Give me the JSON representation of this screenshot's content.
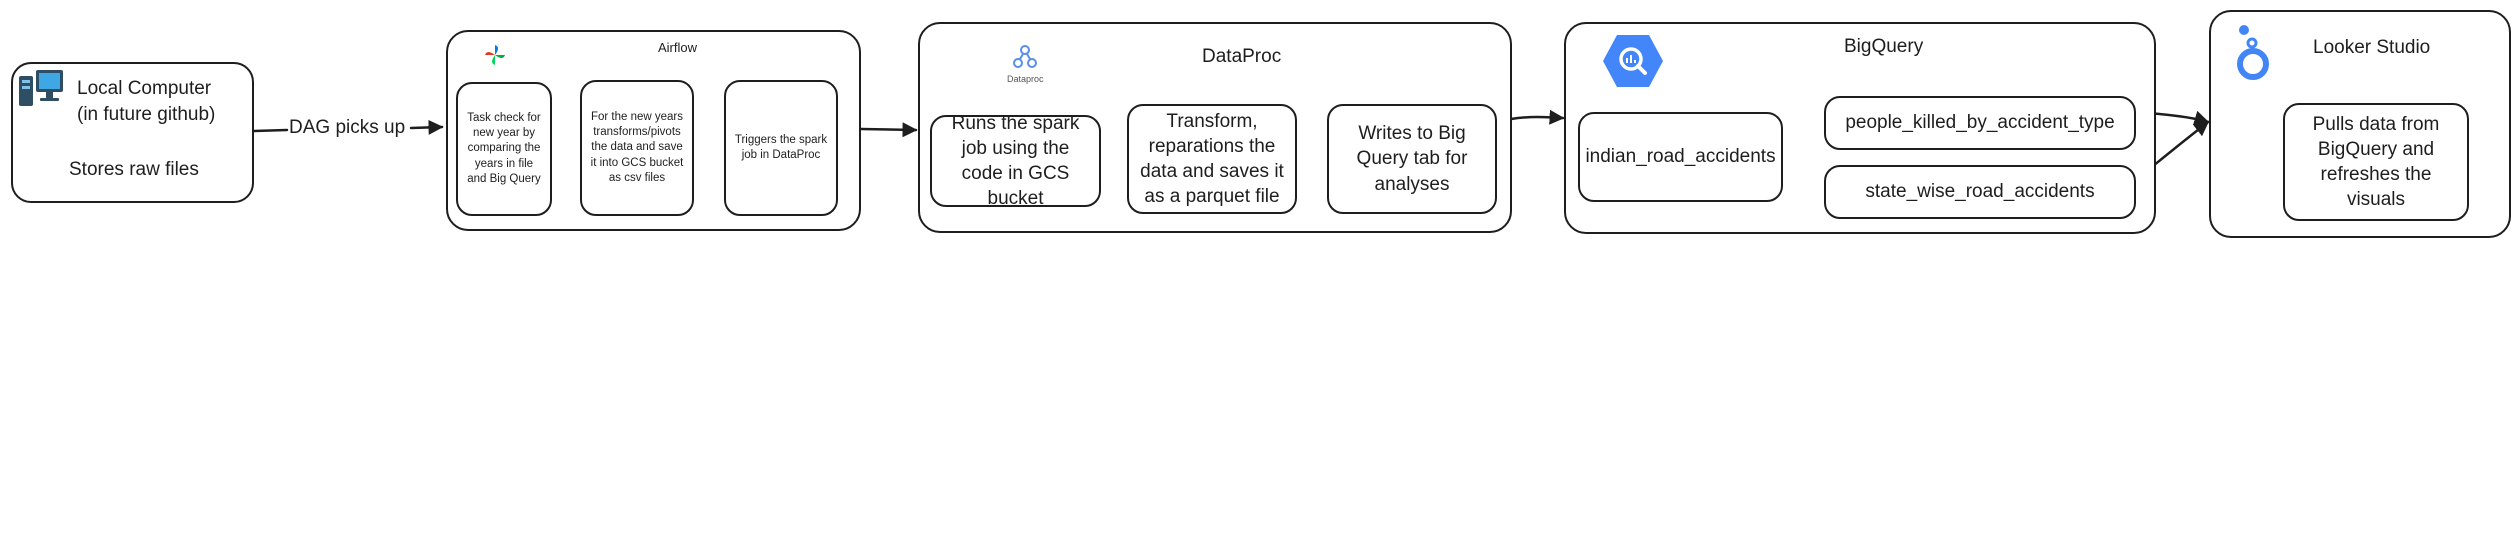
{
  "local": {
    "title": "Local Computer",
    "subtitle": "(in future github)",
    "desc": "Stores raw files",
    "icon": "computer-icon"
  },
  "edge_label": "DAG picks up",
  "airflow": {
    "title": "Airflow",
    "icon": "airflow-pinwheel-icon",
    "steps": [
      "Task check for new year by comparing the years in file and Big Query",
      "For the new years transforms/pivots the data and save it into GCS bucket as csv files",
      "Triggers the spark job in DataProc"
    ]
  },
  "dataproc": {
    "title": "DataProc",
    "icon_caption": "Dataproc",
    "icon": "dataproc-icon",
    "steps": [
      "Runs the spark job using the code in GCS bucket",
      "Transform, reparations the data and saves it as a parquet file",
      "Writes to Big Query tab for analyses"
    ]
  },
  "bigquery": {
    "title": "BigQuery",
    "icon": "bigquery-icon",
    "source_table": "indian_road_accidents",
    "tables": [
      "people_killed_by_accident_type",
      "state_wise_road_accidents"
    ]
  },
  "looker": {
    "title": "Looker Studio",
    "icon": "looker-studio-icon",
    "desc": "Pulls data from BigQuery and refreshes the visuals"
  },
  "colors": {
    "stroke": "#1e1e1e",
    "bigquery_blue": "#4386fa",
    "looker_blue": "#4285f4",
    "dataproc_blue": "#5a8ee8"
  }
}
